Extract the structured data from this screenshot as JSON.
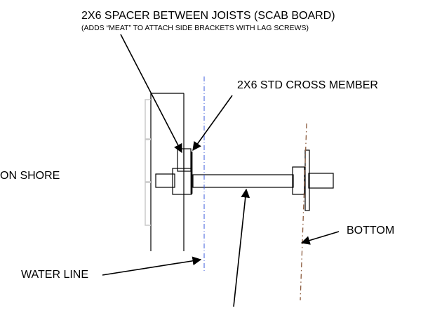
{
  "labels": {
    "spacer_title": "2X6 SPACER BETWEEN JOISTS (SCAB BOARD)",
    "spacer_note": "(ADDS “MEAT” TO ATTACH SIDE BRACKETS WITH LAG SCREWS)",
    "cross_member": "2X6 STD CROSS MEMBER",
    "on_shore": "ON SHORE",
    "bottom": "BOTTOM",
    "water_line": "WATER LINE"
  },
  "colors": {
    "ink": "#000000",
    "water_line": "#3b5bdb",
    "bottom_line": "#8b5a3c",
    "dock_outline": "#c8c8c8"
  }
}
